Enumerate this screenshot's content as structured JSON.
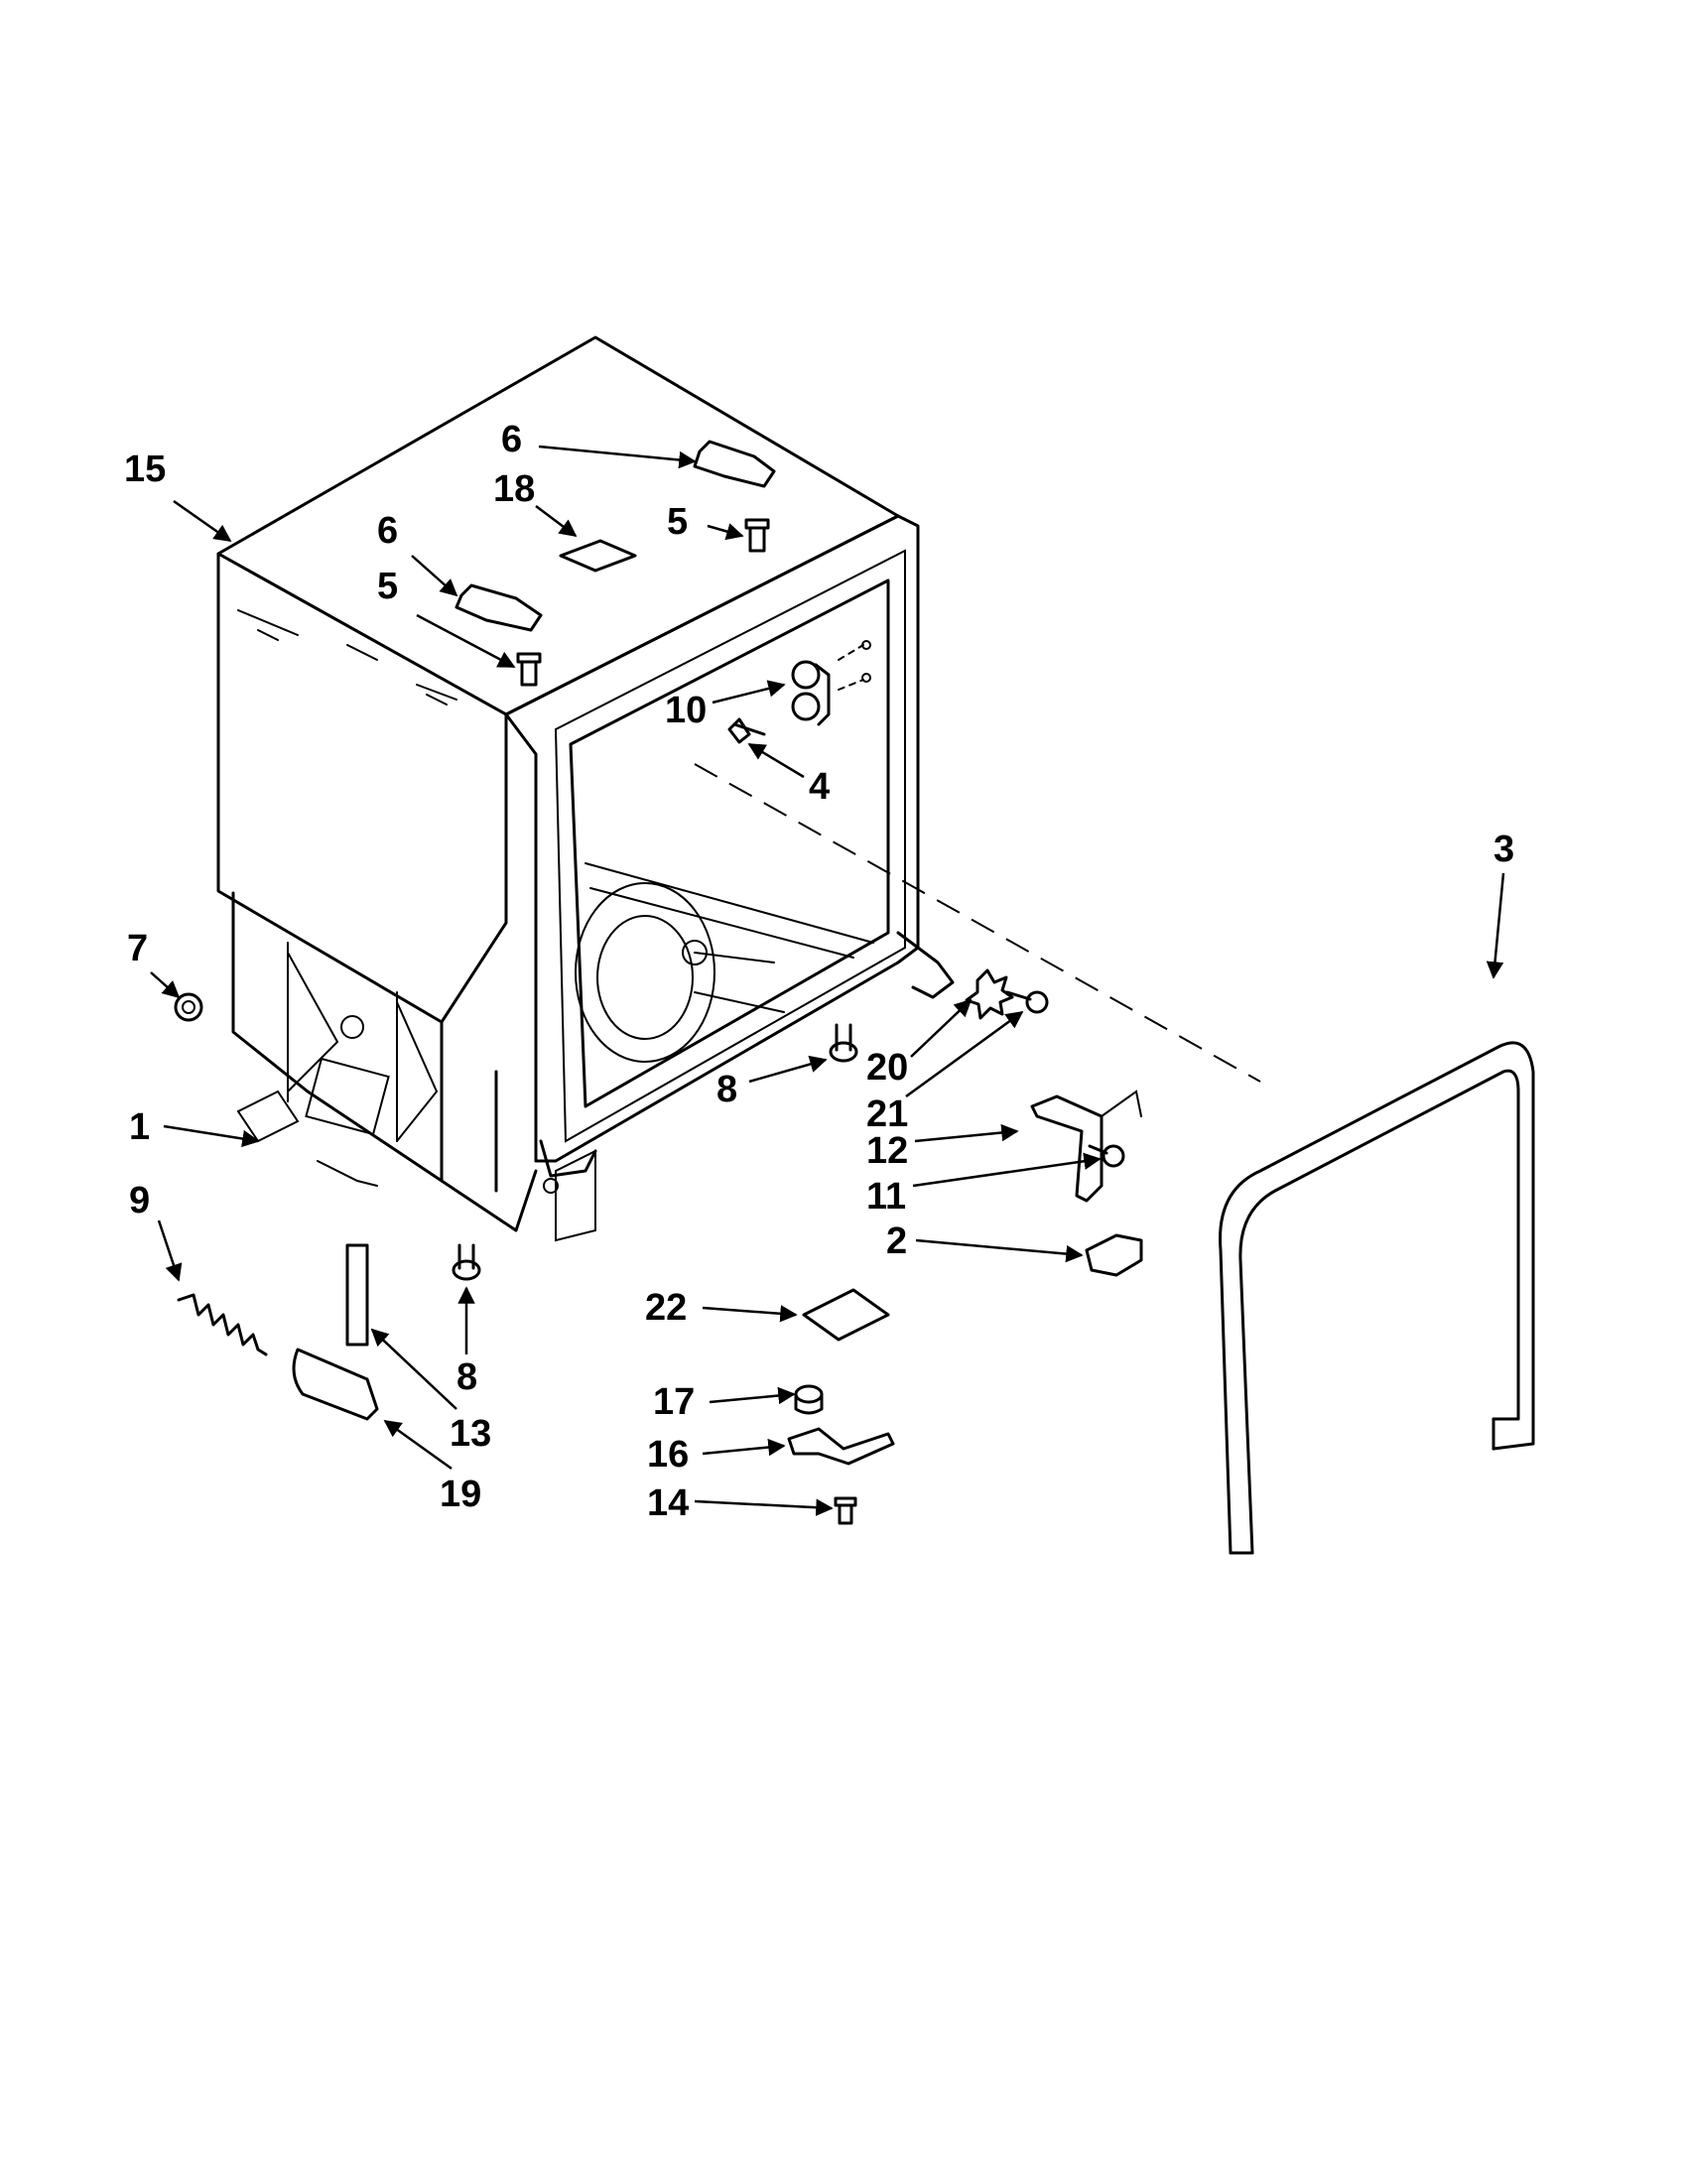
{
  "callouts": {
    "c1": "1",
    "c2": "2",
    "c3": "3",
    "c4": "4",
    "c5a": "5",
    "c5b": "5",
    "c6a": "6",
    "c6b": "6",
    "c7": "7",
    "c8a": "8",
    "c8b": "8",
    "c9": "9",
    "c10": "10",
    "c11": "11",
    "c12": "12",
    "c13": "13",
    "c14": "14",
    "c15": "15",
    "c16": "16",
    "c17": "17",
    "c18": "18",
    "c19": "19",
    "c20": "20",
    "c21": "21",
    "c22": "22"
  }
}
